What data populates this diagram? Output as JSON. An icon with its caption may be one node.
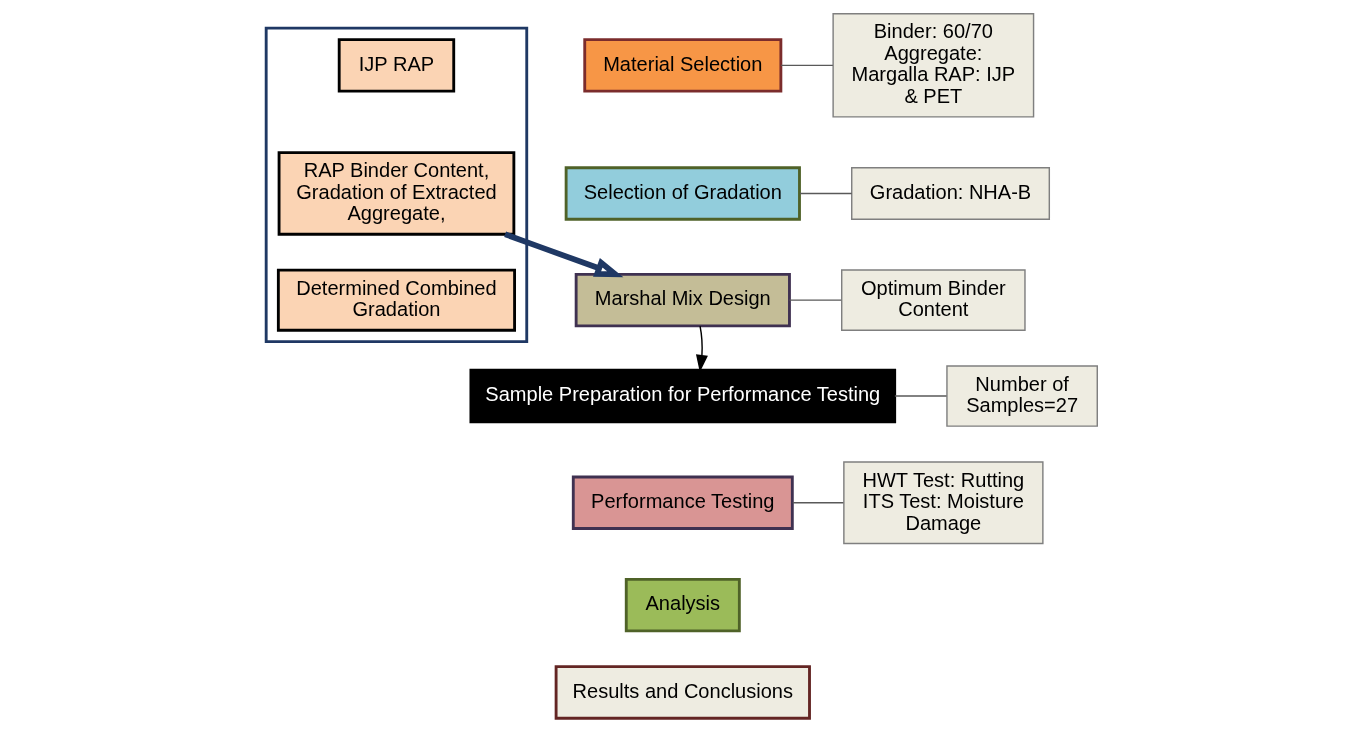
{
  "diagram": {
    "nodes": [
      {
        "text": [],
        "shape": "box"
      },
      {
        "text": [
          "IJP RAP"
        ],
        "in": 0
      },
      {
        "text": [
          "RAP Binder Content, Gradation of Extracted Aggregate,"
        ],
        "in": 0
      },
      {
        "text": [
          "Determined Combined Gradation"
        ],
        "in": 0
      },
      {
        "text": [
          "Material Selection"
        ]
      },
      {
        "text": [
          "Binder: 60/70 Aggregate: Margalla RAP: IJP & PET"
        ]
      },
      {
        "text": [
          "Selection of Gradation"
        ]
      },
      {
        "text": [
          "Gradation: NHA-B"
        ]
      },
      {
        "text": [
          "Marshal Mix Design"
        ]
      },
      {
        "text": [
          "Optimum Binder Content"
        ]
      },
      {
        "text": [
          "Sample Preparation for Performance Testing"
        ]
      },
      {
        "text": [
          "Number of Samples=27"
        ]
      },
      {
        "text": [
          "Performance Testing"
        ]
      },
      {
        "text": [
          "HWT Test: Rutting ITS Test: Moisture Damage"
        ]
      },
      {
        "text": [
          "Analysis"
        ]
      },
      {
        "text": [
          "Results and Conclusions"
        ]
      }
    ],
    "edges": [
      {
        "from": 2,
        "to": 8,
        "arrow": "to",
        "style": "thick",
        "color": "#1f3864"
      },
      {
        "from": 8,
        "to": 10,
        "arrow": "to",
        "color": "#000000"
      },
      {
        "from": 4,
        "to": 5,
        "arrow": "none"
      },
      {
        "from": 6,
        "to": 7,
        "arrow": "none"
      },
      {
        "from": 8,
        "to": 9,
        "arrow": "none"
      },
      {
        "from": 10,
        "to": 11,
        "arrow": "none"
      },
      {
        "from": 12,
        "to": 13,
        "arrow": "none"
      }
    ]
  }
}
